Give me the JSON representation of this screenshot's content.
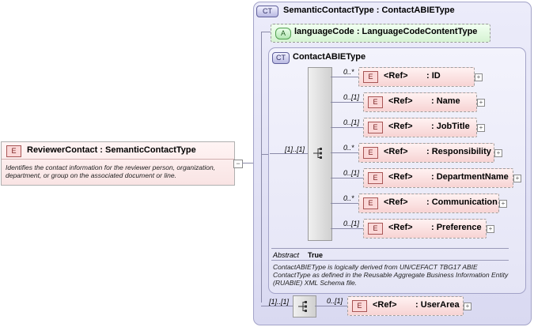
{
  "root": {
    "badge": "E",
    "title": "ReviewerContact : SemanticContactType",
    "doc": "Identifies the contact information for the reviewer person, organization, department, or group on the associated document or line.",
    "collapse_glyph": "−"
  },
  "semantic_type": {
    "badge": "CT",
    "title": "SemanticContactType : ContactABIEType",
    "attribute": {
      "badge": "A",
      "label": "languageCode : LanguageCodeContentType"
    }
  },
  "abie_type": {
    "badge": "CT",
    "title": "ContactABIEType",
    "sequence_occurrence": "[1]..[1]",
    "elements": [
      {
        "occurrence": "0..*",
        "badge": "E",
        "ref": "<Ref>",
        "name": ": ID"
      },
      {
        "occurrence": "0..[1]",
        "badge": "E",
        "ref": "<Ref>",
        "name": ": Name"
      },
      {
        "occurrence": "0..[1]",
        "badge": "E",
        "ref": "<Ref>",
        "name": ": JobTitle"
      },
      {
        "occurrence": "0..*",
        "badge": "E",
        "ref": "<Ref>",
        "name": ": Responsibility"
      },
      {
        "occurrence": "0..[1]",
        "badge": "E",
        "ref": "<Ref>",
        "name": ": DepartmentName"
      },
      {
        "occurrence": "0..*",
        "badge": "E",
        "ref": "<Ref>",
        "name": ": Communication"
      },
      {
        "occurrence": "0..[1]",
        "badge": "E",
        "ref": "<Ref>",
        "name": ": Preference"
      }
    ],
    "abstract_label": "Abstract",
    "abstract_value": "True",
    "doc": "ContactABIEType is logically derived from UN/CEFACT TBG17 ABIE ContactType as defined in the Reusable Aggregate Business Information Entity (RUABIE) XML Schema file."
  },
  "outer_sequence": {
    "occurrence": "[1]..[1]",
    "element": {
      "occurrence": "0..[1]",
      "badge": "E",
      "ref": "<Ref>",
      "name": ": UserArea"
    }
  },
  "expand_glyph": "+",
  "colors": {
    "complex_type_bg": "#d9d9f1",
    "element_bg": "#f7d3d3",
    "attribute_bg": "#d6f3d3",
    "connector": "#8a8aa8"
  }
}
